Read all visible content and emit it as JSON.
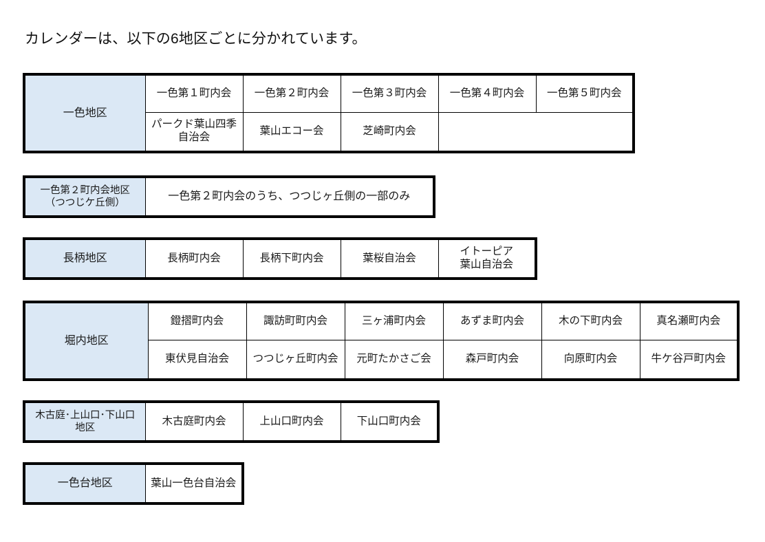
{
  "intro": "カレンダーは、以下の6地区ごとに分かれています。",
  "colors": {
    "header_fill": "#dbe8f5",
    "border": "#000000",
    "text": "#1a1a1a",
    "background": "#ffffff"
  },
  "tables": [
    {
      "id": "isshiki",
      "header": "一色地区",
      "rows": [
        [
          "一色第１町内会",
          "一色第２町内会",
          "一色第３町内会",
          "一色第４町内会",
          "一色第５町内会"
        ],
        [
          "パークド葉山四季\n自治会",
          "葉山エコー会",
          "芝崎町内会",
          "",
          ""
        ]
      ]
    },
    {
      "id": "isshiki2",
      "header": "一色第２町内会地区\n（つつじケ丘側）",
      "rows": [
        [
          "一色第２町内会のうち、つつじヶ丘側の一部のみ"
        ]
      ]
    },
    {
      "id": "nagae",
      "header": "長柄地区",
      "rows": [
        [
          "長柄町内会",
          "長柄下町内会",
          "葉桜自治会",
          "イトーピア\n葉山自治会"
        ]
      ]
    },
    {
      "id": "horiuchi",
      "header": "堀内地区",
      "rows": [
        [
          "鐙摺町内会",
          "諏訪町町内会",
          "三ヶ浦町内会",
          "あずま町内会",
          "木の下町内会",
          "真名瀬町内会"
        ],
        [
          "東伏見自治会",
          "つつじヶ丘町内会",
          "元町たかさご会",
          "森戸町内会",
          "向原町内会",
          "牛ケ谷戸町内会"
        ]
      ]
    },
    {
      "id": "kigoba",
      "header": "木古庭･上山口･下山口\n地区",
      "rows": [
        [
          "木古庭町内会",
          "上山口町内会",
          "下山口町内会"
        ]
      ]
    },
    {
      "id": "isshikidai",
      "header": "一色台地区",
      "rows": [
        [
          "葉山一色台自治会"
        ]
      ]
    }
  ]
}
